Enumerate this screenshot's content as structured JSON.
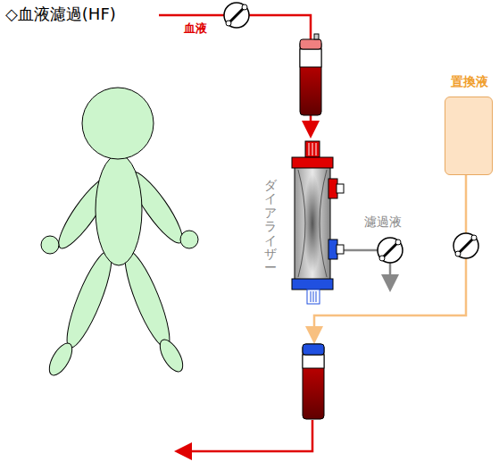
{
  "diagram": {
    "title": "◇血液濾過(HF)",
    "nodes": [
      {
        "text": [
          "ダイアライザー"
        ]
      },
      {
        "text": [
          "置換液"
        ]
      }
    ],
    "labels": [
      "血液",
      "濾過液"
    ]
  }
}
